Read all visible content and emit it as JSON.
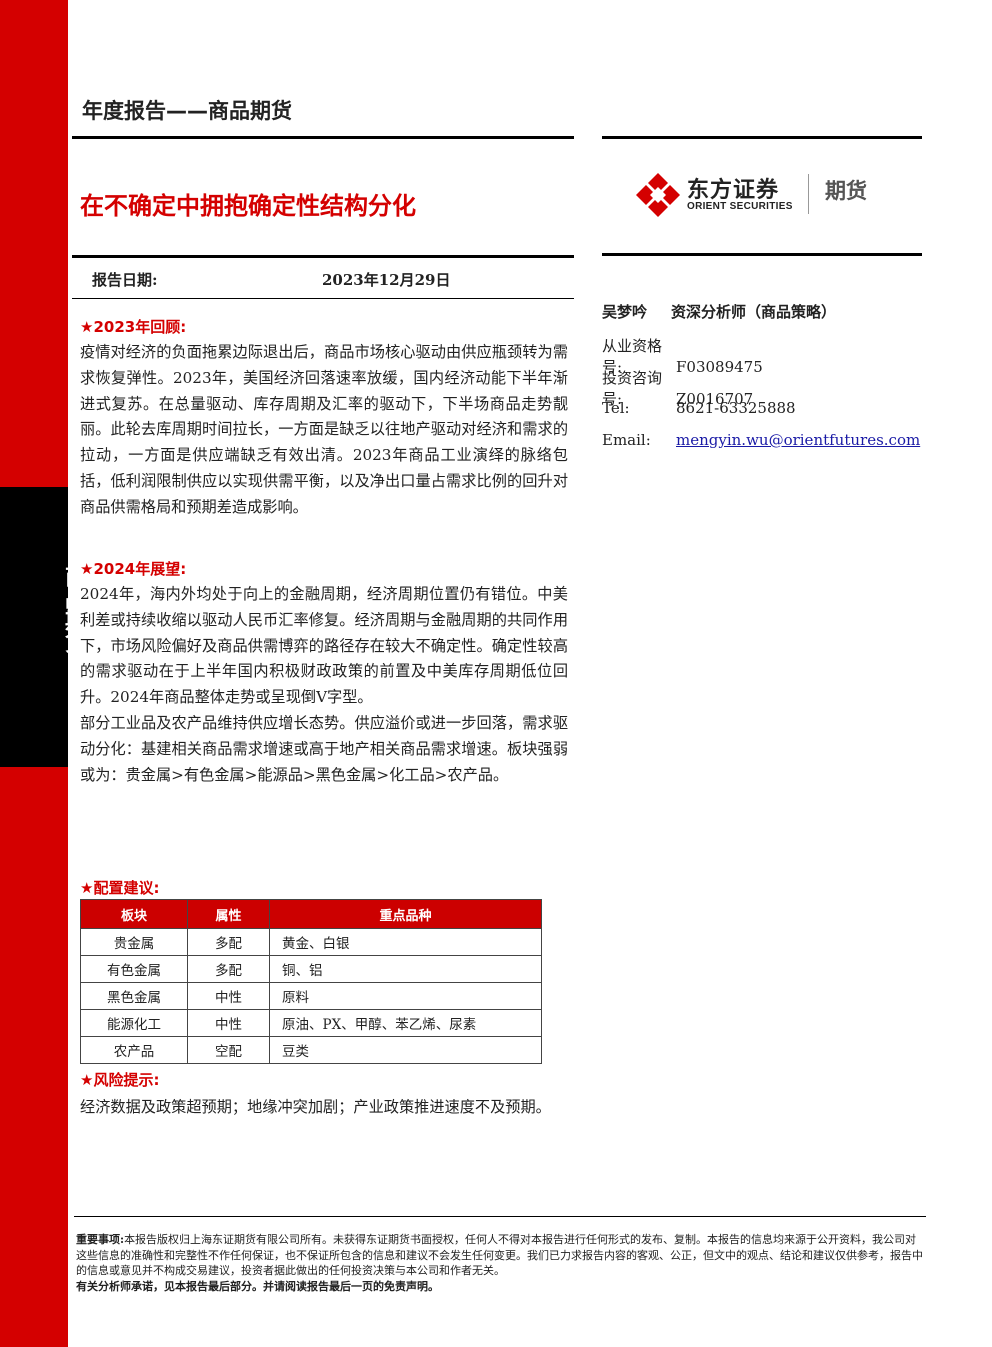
{
  "sidebar": {
    "label": "商品期货"
  },
  "header": {
    "report_type": "年度报告——商品期货",
    "title": "在不确定中拥抱确定性结构分化",
    "date_label": "报告日期:",
    "date_value": "2023年12月29日"
  },
  "logo": {
    "name": "东方证券",
    "name_en": "ORIENT SECURITIES",
    "sub": "期货",
    "brand_color": "#d40000"
  },
  "analyst": {
    "name": "吴梦吟",
    "role": "资深分析师（商品策略）",
    "qualification_label": "从业资格号:",
    "qualification": "F03089475",
    "consult_label": "投资咨询号:",
    "consult": "Z0016707",
    "tel_label": "Tel:",
    "tel": "8621-63325888",
    "email_label": "Email:",
    "email": "mengyin.wu@orientfutures.com"
  },
  "sections": {
    "review": {
      "heading": "2023年回顾:",
      "body": "疫情对经济的负面拖累边际退出后，商品市场核心驱动由供应瓶颈转为需求恢复弹性。2023年，美国经济回落速率放缓，国内经济动能下半年渐进式复苏。在总量驱动、库存周期及汇率的驱动下，下半场商品走势靓丽。此轮去库周期时间拉长，一方面是缺乏以往地产驱动对经济和需求的拉动，一方面是供应端缺乏有效出清。2023年商品工业演绎的脉络包括，低利润限制供应以实现供需平衡，以及净出口量占需求比例的回升对商品供需格局和预期差造成影响。"
    },
    "outlook": {
      "heading": "2024年展望:",
      "body1": "2024年，海内外均处于向上的金融周期，经济周期位置仍有错位。中美利差或持续收缩以驱动人民币汇率修复。经济周期与金融周期的共同作用下，市场风险偏好及商品供需博弈的路径存在较大不确定性。确定性较高的需求驱动在于上半年国内积极财政政策的前置及中美库存周期低位回升。2024年商品整体走势或呈现倒V字型。",
      "body2": "部分工业品及农产品维持供应增长态势。供应溢价或进一步回落，需求驱动分化：基建相关商品需求增速或高于地产相关商品需求增速。板块强弱或为：贵金属>有色金属>能源品>黑色金属>化工品>农产品。"
    },
    "allocation": {
      "heading": "配置建议:",
      "columns": [
        "板块",
        "属性",
        "重点品种"
      ],
      "rows": [
        [
          "贵金属",
          "多配",
          "黄金、白银"
        ],
        [
          "有色金属",
          "多配",
          "铜、铝"
        ],
        [
          "黑色金属",
          "中性",
          "原料"
        ],
        [
          "能源化工",
          "中性",
          "原油、PX、甲醇、苯乙烯、尿素"
        ],
        [
          "农产品",
          "空配",
          "豆类"
        ]
      ]
    },
    "risk": {
      "heading": "风险提示:",
      "body": "经济数据及政策超预期；地缘冲突加剧；产业政策推进速度不及预期。"
    }
  },
  "footer": {
    "label": "重要事项:",
    "text": "本报告版权归上海东证期货有限公司所有。未获得东证期货书面授权，任何人不得对本报告进行任何形式的发布、复制。本报告的信息均来源于公开资料，我公司对这些信息的准确性和完整性不作任何保证，也不保证所包含的信息和建议不会发生任何变更。我们已力求报告内容的客观、公正，但文中的观点、结论和建议仅供参考，报告中的信息或意见并不构成交易建议，投资者据此做出的任何投资决策与本公司和作者无关。",
    "note": "有关分析师承诺，见本报告最后部分。并请阅读报告最后一页的免责声明。"
  }
}
